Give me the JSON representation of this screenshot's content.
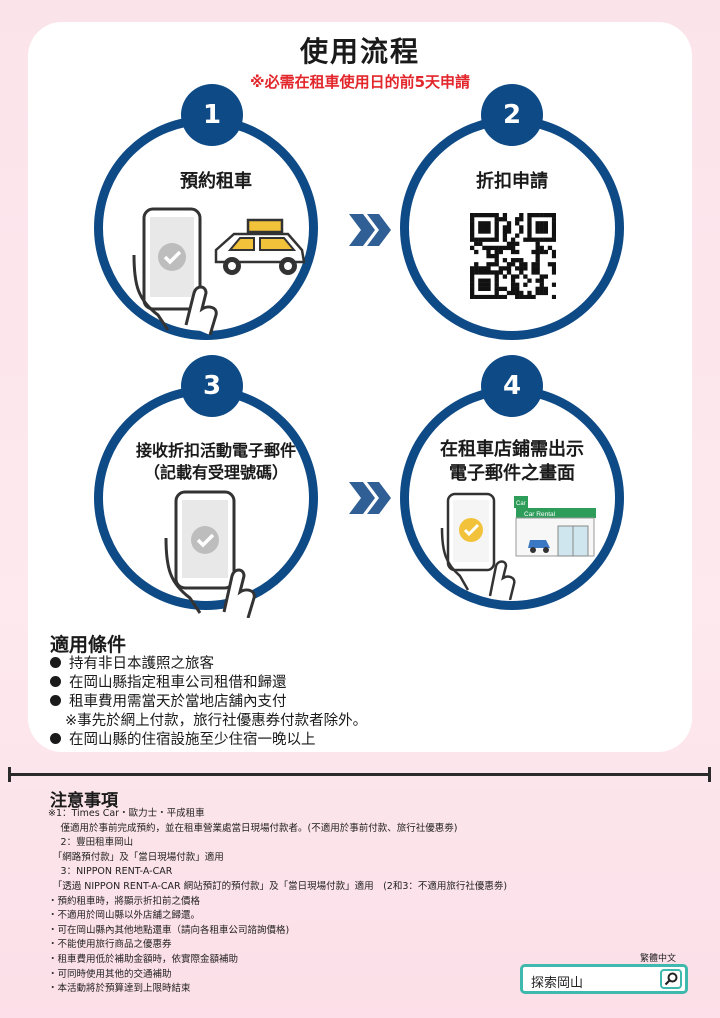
{
  "page": {
    "title": "使用流程",
    "subtitle": "※必需在租車使用日的前5天申請"
  },
  "steps": [
    {
      "number": "1",
      "label": "預約租車"
    },
    {
      "number": "2",
      "label": "折扣申請"
    },
    {
      "number": "3",
      "label_line1": "接收折扣活動電子郵件",
      "label_line2": "（記載有受理號碼）"
    },
    {
      "number": "4",
      "label_line1": "在租車店鋪需出示",
      "label_line2": "電子郵件之畫面",
      "store_sign_top": "Car",
      "store_sign": "Car Rental"
    }
  ],
  "icons": {
    "arrow": "double-chevron-right-icon",
    "phone": "smartphone-check-icon",
    "car": "car-icon",
    "qr": "qr-code-icon",
    "store": "car-rental-store-icon",
    "search": "search-icon"
  },
  "colors": {
    "primary": "#0e4a86",
    "arrow": "#2f5f95",
    "accent_red": "#e2262b",
    "teal": "#3fb8ae",
    "check_yellow": "#f2c23a",
    "background_pink": "#fbe3ea"
  },
  "conditions": {
    "title": "適用條件",
    "items": [
      "持有非日本護照之旅客",
      "在岡山縣指定租車公司租借和歸還",
      "租車費用需當天於當地店舖內支付"
    ],
    "note": "※事先於網上付款，旅行社優惠券付款者除外。",
    "last_item": "在岡山縣的住宿設施至少住宿一晚以上"
  },
  "notes": {
    "title": "注意事項",
    "lines": [
      "※1：Times Car・歐力士・平成租車",
      "　 僅適用於事前完成預約，並在租車營業處當日現場付款者。(不適用於事前付款、旅行社優惠劵)",
      "　 2：豐田租車岡山",
      "　「網路預付款」及「當日現場付款」適用",
      "　 3：NIPPON RENT-A-CAR",
      "　「透過 NIPPON RENT-A-CAR 網站預訂的預付款」及「當日現場付款」適用　(2和3：不適用旅行社優惠劵)",
      "・預約租車時，將顯示折扣前之價格",
      "・不適用於岡山縣以外店舖之歸還。",
      "・可在岡山縣內其他地點還車（請向各租車公司諮詢價格)",
      "・不能使用旅行商品之優惠券",
      "・租車費用低於補助金額時，依實際金額補助",
      "・可同時使用其他的交通補助",
      "・本活動將於預算達到上限時結束"
    ]
  },
  "search": {
    "language": "繁體中文",
    "text": "探索岡山"
  }
}
